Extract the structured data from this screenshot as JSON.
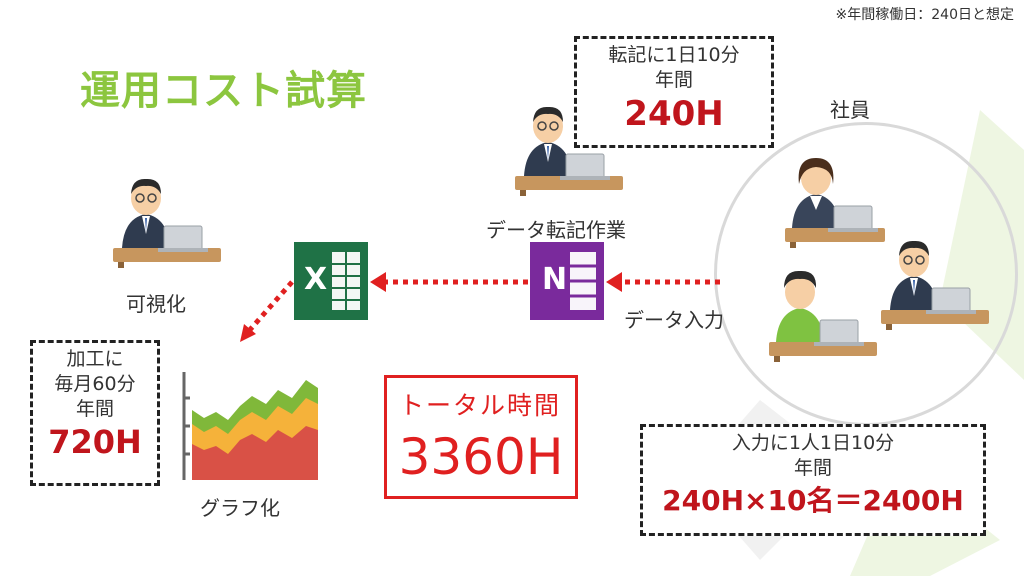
{
  "title": "運用コスト試算",
  "note": "※年間稼働日：240日と想定",
  "labels": {
    "transfer_work": "データ転記作業",
    "visualize": "可視化",
    "graphing": "グラフ化",
    "data_input": "データ入力",
    "employees": "社員"
  },
  "transfer_box": {
    "line1": "転記に1日10分",
    "line2": "年間",
    "value": "240H"
  },
  "process_box": {
    "line1": "加工に",
    "line2": "毎月60分",
    "line3": "年間",
    "value": "720H"
  },
  "input_box": {
    "line1": "入力に1人1日10分",
    "line2": "年間",
    "value": "240H×10名＝2400H"
  },
  "total": {
    "label": "トータル時間",
    "value": "3360H"
  },
  "icons": {
    "excel_letter": "X",
    "onenote_letter": "N",
    "excel_color": "#1f7246",
    "onenote_color": "#7a2a9c",
    "arrow_color": "#e02020"
  }
}
